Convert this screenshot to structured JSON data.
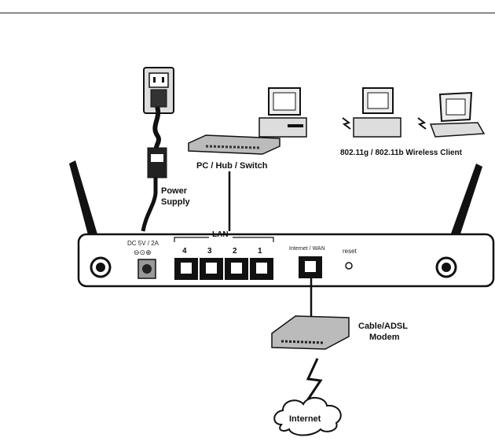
{
  "labels": {
    "power_supply_line1": "Power",
    "power_supply_line2": "Supply",
    "hub": "PC / Hub / Switch",
    "wireless": "802.11g / 802.11b Wireless Client",
    "dc_rating": "DC 5V / 2A",
    "lan": "LAN",
    "port4": "4",
    "port3": "3",
    "port2": "2",
    "port1": "1",
    "wan": "Internet / WAN",
    "reset": "reset",
    "modem_line1": "Cable/ADSL",
    "modem_line2": "Modem",
    "internet": "Internet"
  }
}
